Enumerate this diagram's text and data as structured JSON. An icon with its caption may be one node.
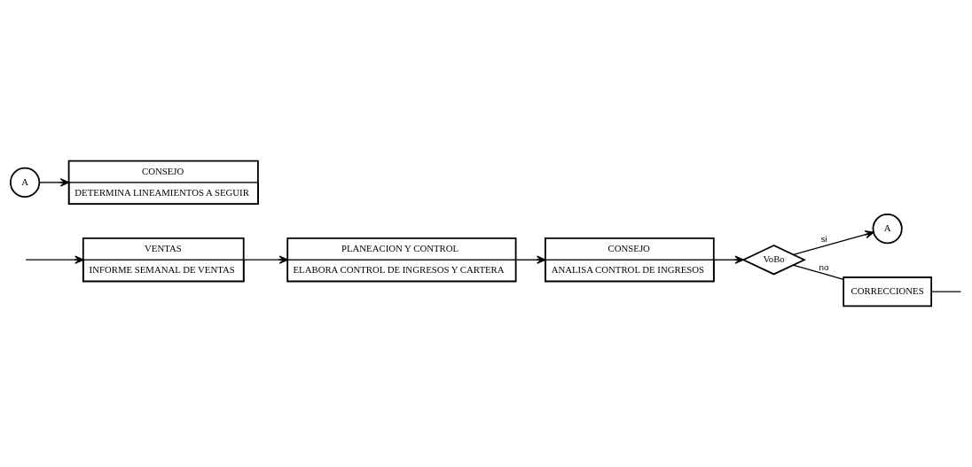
{
  "diagram": {
    "nodes": [
      {
        "text": [
          "VENTAS",
          "INFORME SEMANAL DE VENTAS"
        ]
      },
      {
        "text": [
          "PLANEACION Y CONTROL",
          "ELABORA CONTROL DE INGRESOS Y CARTERA"
        ]
      },
      {
        "text": [
          "CONSEJO",
          "ANALISA CONTROL DE INGRESOS"
        ]
      },
      {
        "text": [
          "VoBo"
        ]
      },
      {
        "text": [
          "A"
        ]
      },
      {
        "text": [
          "CORRECCIONES"
        ]
      },
      {
        "text": [
          "A"
        ]
      },
      {
        "text": [
          "CONSEJO",
          "DETERMINA LINEAMIENTOS A SEGUIR"
        ]
      }
    ],
    "edges": [
      {
        "from": null,
        "to": 0,
        "arrow": "to"
      },
      {
        "from": 0,
        "to": 1,
        "arrow": "to"
      },
      {
        "from": 1,
        "to": 2,
        "arrow": "to"
      },
      {
        "from": 2,
        "to": 3,
        "arrow": "to"
      },
      {
        "from": 3,
        "to": 4,
        "arrow": "to",
        "label": "si"
      },
      {
        "from": 3,
        "to": 5,
        "arrow": "none",
        "label": "no"
      },
      {
        "from": 5,
        "to": null,
        "arrow": "none"
      },
      {
        "from": 6,
        "to": 7,
        "arrow": "to"
      }
    ]
  }
}
